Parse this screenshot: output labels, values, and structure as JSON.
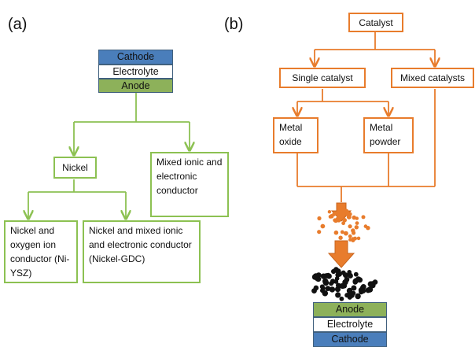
{
  "colors": {
    "green": "#8cc152",
    "orange": "#e87c2c",
    "cathode": "#4a7ebb",
    "anode": "#8db15a",
    "electrolyte": "#ffffff",
    "particle_black": "#111111"
  },
  "panel_a": {
    "label": "(a)",
    "stack": {
      "cathode": "Cathode",
      "electrolyte": "Electrolyte",
      "anode": "Anode"
    },
    "nickel": "Nickel",
    "mixed_conductor": "Mixed ionic and electronic conductor",
    "nickel_ysz": "Nickel and oxygen ion conductor (Ni-YSZ)",
    "nickel_gdc": "Nickel and mixed ionic and electronic conductor (Nickel-GDC)"
  },
  "panel_b": {
    "label": "(b)",
    "catalyst": "Catalyst",
    "single_catalyst": "Single catalyst",
    "mixed_catalysts": "Mixed catalysts",
    "metal_oxide": "Metal oxide",
    "metal_powder": "Metal powder",
    "stack": {
      "anode": "Anode",
      "electrolyte": "Electrolyte",
      "cathode": "Cathode"
    }
  }
}
